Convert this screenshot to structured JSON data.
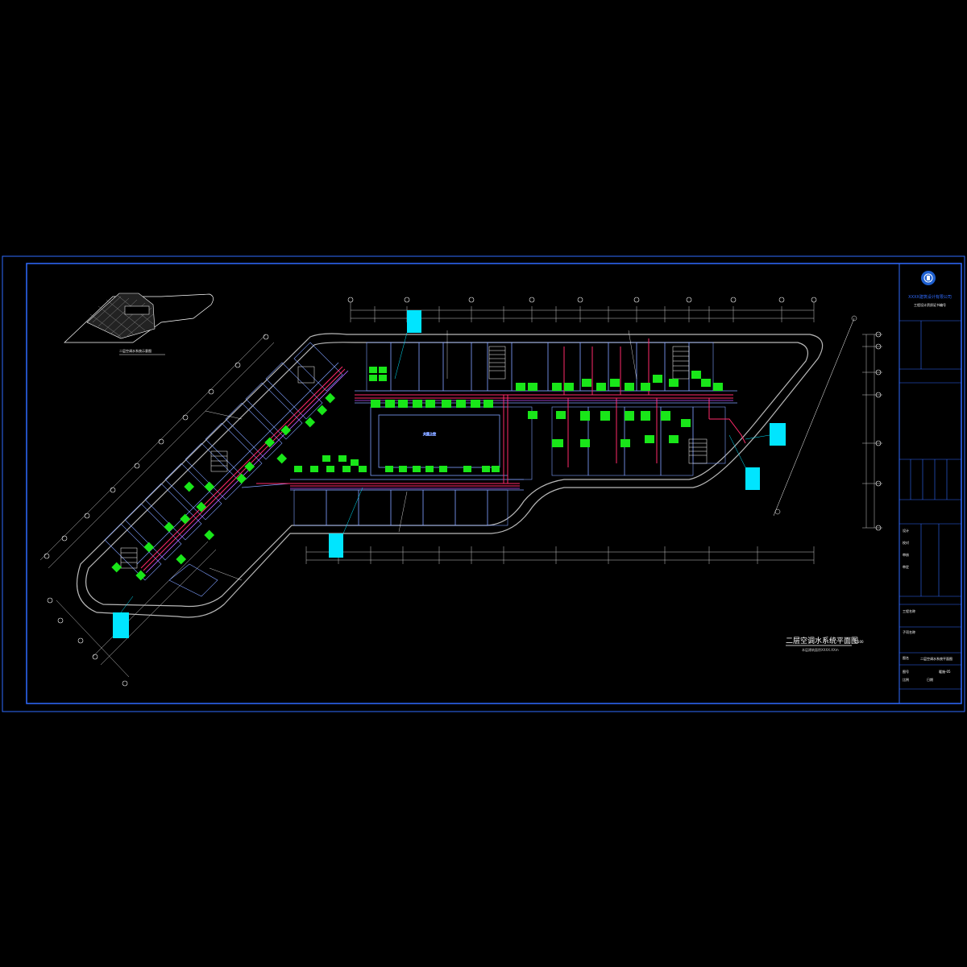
{
  "drawing": {
    "title": "二层空调水系统平面图",
    "scale": "1:100",
    "subtitle": "本层建筑面积XXXX.XXm",
    "key_plan_title": "二层空调水系统示意图",
    "hall_label": "大堂上空",
    "colors": {
      "background": "#000000",
      "border": "#2f6bff",
      "walls": "#7f9fff",
      "pipes": "#ff2a6a",
      "units": "#19e619",
      "annotation": "#00e5ff",
      "text": "#ffffff"
    }
  },
  "title_block": {
    "company": "XXXX建筑设计有限公司",
    "cert_text": "工程设计资质证书编号",
    "fields": [
      "工程名称",
      "子项名称",
      "图名",
      "设计",
      "校对",
      "审核",
      "审定",
      "图号",
      "比例",
      "日期"
    ],
    "drawing_name": "二层空调水系统平面图",
    "sheet_no": "暖施-05"
  }
}
